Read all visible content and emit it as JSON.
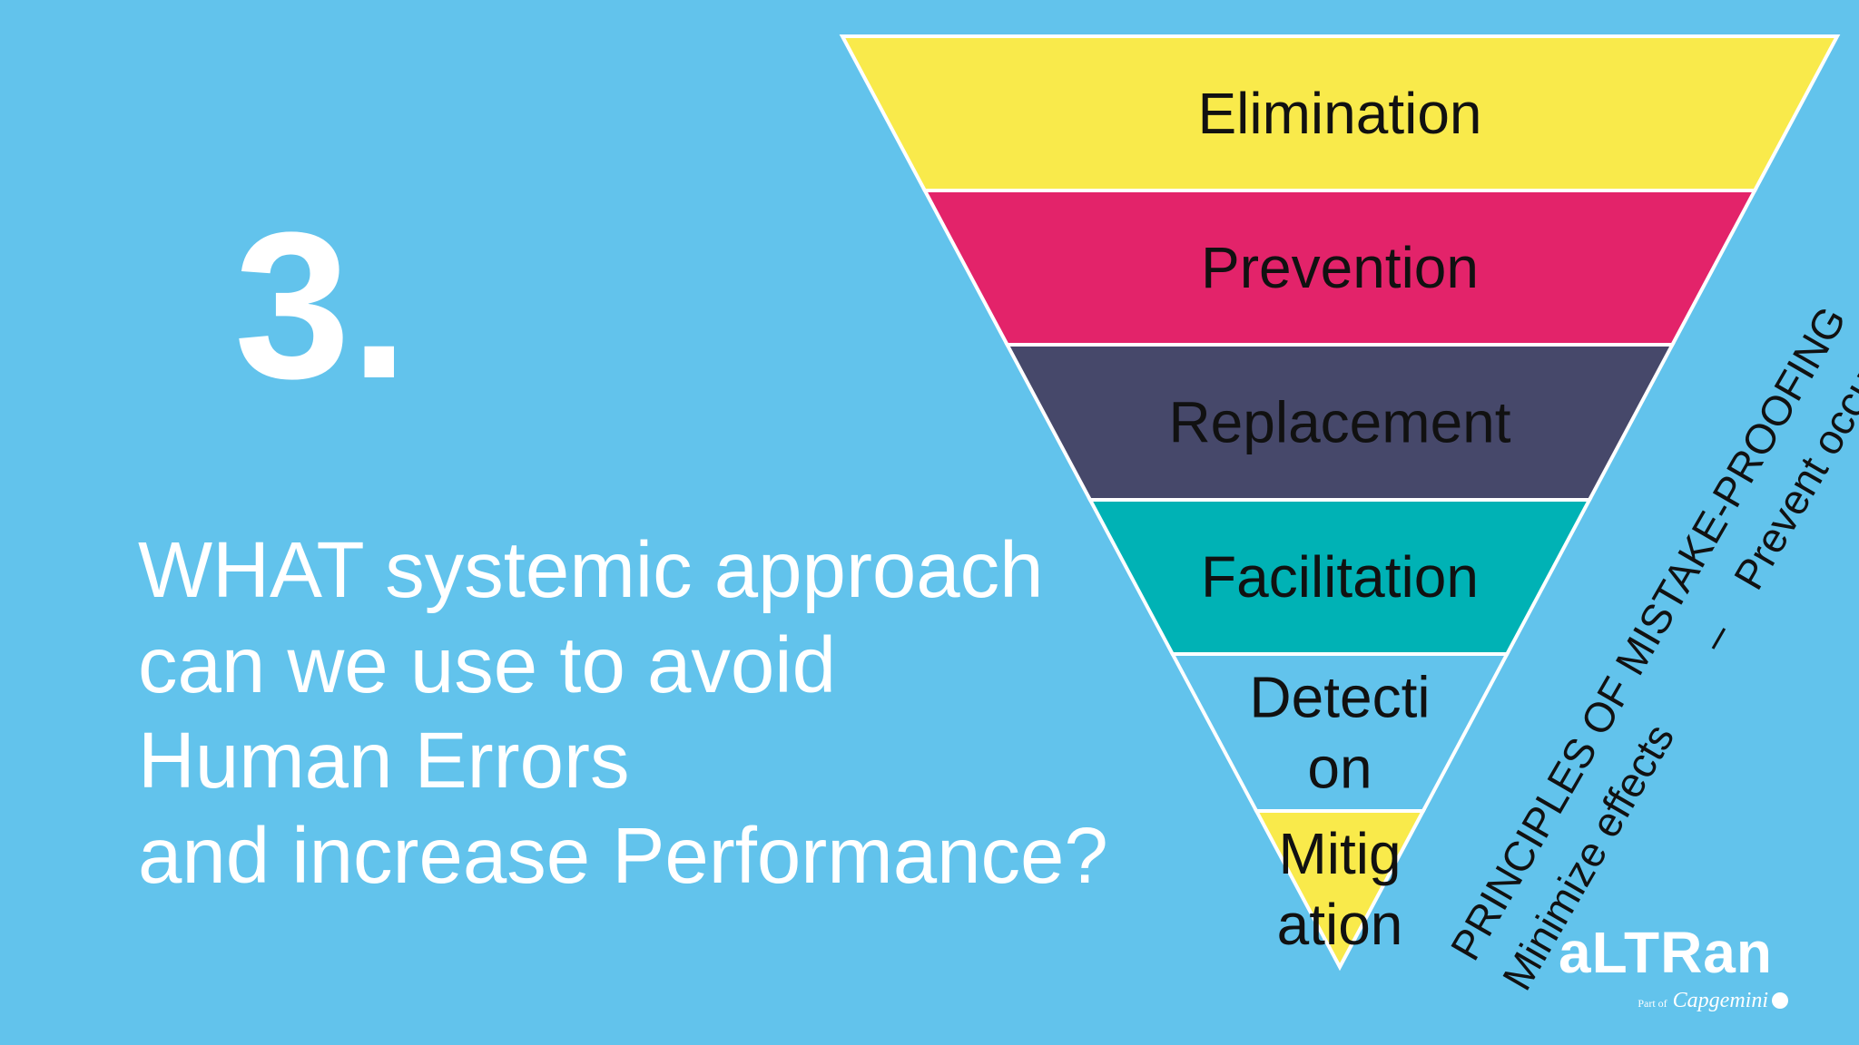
{
  "slide": {
    "number": "3.",
    "question_lines": [
      "WHAT systemic approach",
      "can we use to avoid",
      "Human Errors",
      "and increase Performance?"
    ]
  },
  "funnel": {
    "layers": [
      {
        "lines": [
          "Elimination"
        ],
        "color": "#f9ea4b"
      },
      {
        "lines": [
          "Prevention"
        ],
        "color": "#e3236a"
      },
      {
        "lines": [
          "Replacement"
        ],
        "color": "#46486a"
      },
      {
        "lines": [
          "Facilitation"
        ],
        "color": "#00b2b5"
      },
      {
        "lines": [
          "Detecti",
          "on"
        ],
        "color": "#62c3ec"
      },
      {
        "lines": [
          "Mitig",
          "ation"
        ],
        "color": "#f9ea4b"
      }
    ],
    "side_text": {
      "line1": "PRINCIPLES OF MISTAKE-PROOFING",
      "line2_left": "Minimize effects",
      "line2_dash": "–",
      "line2_right": "Prevent occurrence"
    }
  },
  "logo": {
    "word": "aLTRan",
    "part_of": "Part of",
    "parent": "Capgemini"
  }
}
